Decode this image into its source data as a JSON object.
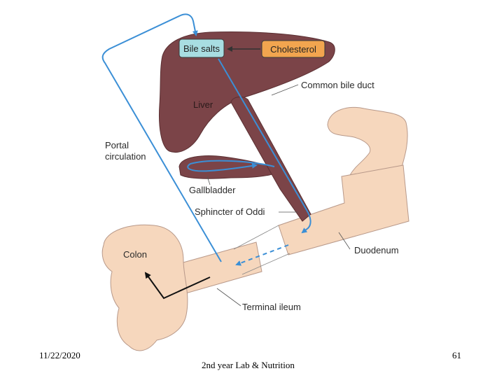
{
  "diagram": {
    "labels": {
      "bile_salts": "Bile salts",
      "cholesterol": "Cholesterol",
      "common_bile_duct": "Common bile duct",
      "liver": "Liver",
      "portal_circulation_line1": "Portal",
      "portal_circulation_line2": "circulation",
      "gallbladder": "Gallbladder",
      "sphincter_of_oddi": "Sphincter of Oddi",
      "colon": "Colon",
      "duodenum": "Duodenum",
      "terminal_ileum": "Terminal ileum"
    },
    "colors": {
      "liver": "#7b4448",
      "intestine": "#f6d7bd",
      "bile_salts_box": "#a8dde2",
      "cholesterol_box": "#f2a54f",
      "flow_arrow": "#3b8fd6"
    }
  },
  "footer": {
    "date": "11/22/2020",
    "course": "2nd year Lab & Nutrition",
    "slide_number": "61"
  }
}
